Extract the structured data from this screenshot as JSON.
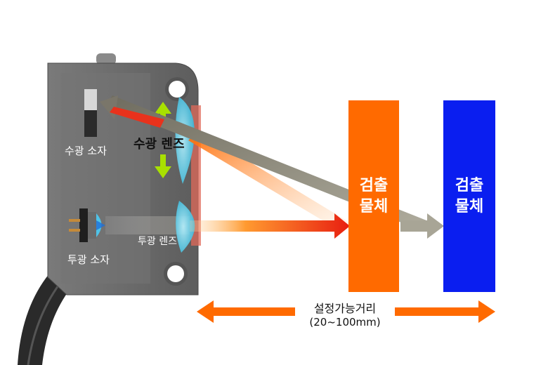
{
  "sensor": {
    "receiver_element_label": "수광 소자",
    "receiver_lens_label": "수광 렌즈",
    "emitter_element_label": "투광 소자",
    "emitter_lens_label": "투광 렌즈"
  },
  "objects": [
    {
      "line1": "검출",
      "line2": "물체",
      "color": "#ff6a00"
    },
    {
      "line1": "검출",
      "line2": "물체",
      "color": "#0a1ef0"
    }
  ],
  "distance": {
    "label": "설정가능거리",
    "range": "(20~100mm)",
    "arrow_color": "#ff6a00"
  },
  "colors": {
    "sensor_body": "#6b6b6b",
    "lens": "#5ccfe6",
    "indicator": "#a8e000"
  }
}
